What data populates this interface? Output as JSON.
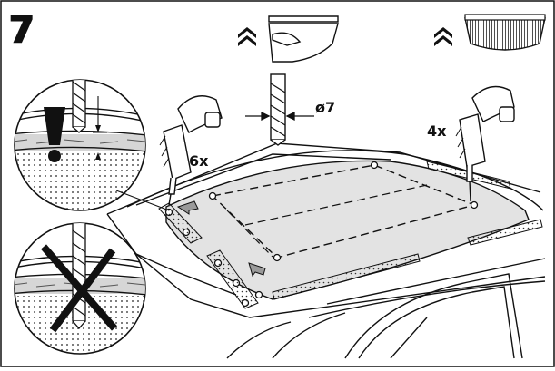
{
  "step": {
    "number": "7"
  },
  "labels": {
    "left_drill_count": "6x",
    "right_drill_count": "4x",
    "drill_diameter": "ø7"
  },
  "icons": {
    "panel_up_arrow": "double-chevron-up-icon",
    "bristle_up_arrow": "double-chevron-up-icon",
    "warning": "exclamation-icon",
    "wrong": "cross-x-icon"
  },
  "colors": {
    "line": "#111111",
    "panel_fill": "#e3e3e3",
    "arrow_fill": "#9a9a9a",
    "background": "#ffffff"
  }
}
